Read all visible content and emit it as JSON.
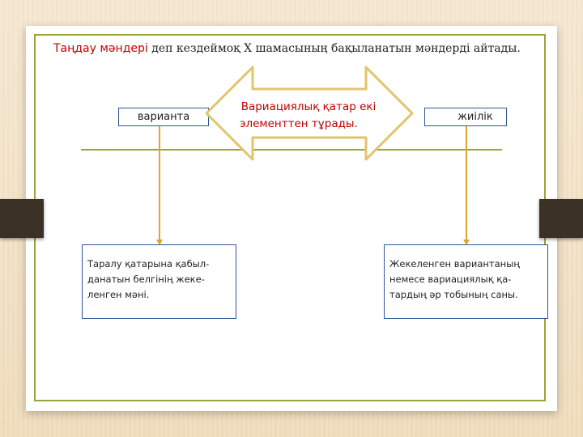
{
  "title": {
    "highlight": "Таңдау мәндері",
    "rest": " деп кездеймоқ X шамасының бақыланатын мәндерді айтады."
  },
  "arrow": {
    "line1": "Вариациялық қатар екі",
    "line2": "элементтен тұрады."
  },
  "left": {
    "label": "варианта",
    "desc": [
      "Таралу қатарына қабыл-",
      "данатын белгінің жеке-",
      "ленген мәні."
    ]
  },
  "right": {
    "label": "жиілік",
    "desc": [
      "Жекеленген вариантаның",
      "немесе вариациялық қа-",
      "тардың әр тобының саны."
    ]
  },
  "colors": {
    "accent_red": "#c00000",
    "frame_green": "#9aa33a",
    "box_border": "#2f5597",
    "connector": "#d9a72a",
    "tab": "#3b3127"
  }
}
